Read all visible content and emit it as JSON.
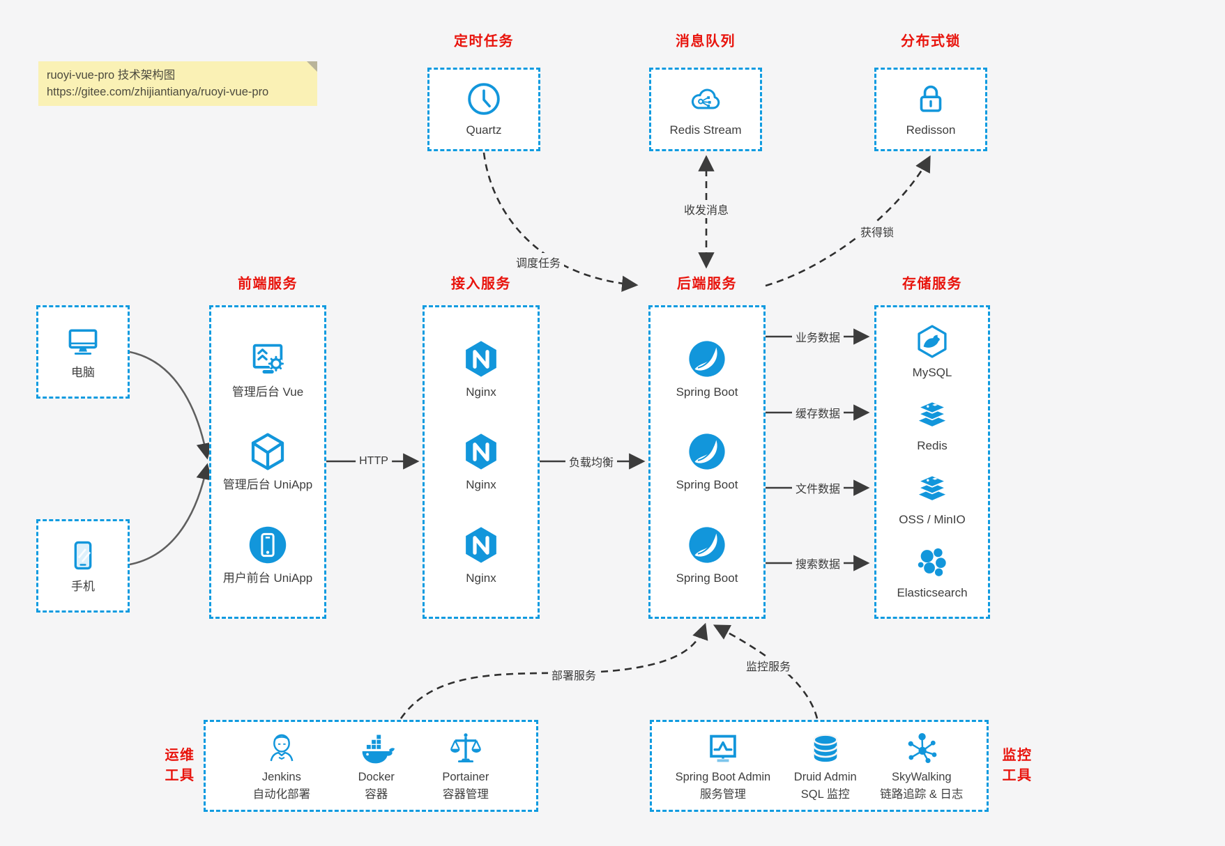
{
  "note": {
    "line1": "ruoyi-vue-pro 技术架构图",
    "line2": "https://gitee.com/zhijiantianya/ruoyi-vue-pro"
  },
  "colors": {
    "accent": "#1296db",
    "title_red": "#e8130c",
    "line_dark": "#3c3c3c",
    "note_bg": "#faf1b5"
  },
  "top_groups": [
    {
      "title": "定时任务",
      "item": {
        "label": "Quartz",
        "icon": "clock-icon"
      }
    },
    {
      "title": "消息队列",
      "item": {
        "label": "Redis Stream",
        "icon": "cloud-share-icon"
      }
    },
    {
      "title": "分布式锁",
      "item": {
        "label": "Redisson",
        "icon": "lock-icon"
      }
    }
  ],
  "clients": [
    {
      "label": "电脑",
      "icon": "desktop-icon"
    },
    {
      "label": "手机",
      "icon": "mobile-icon"
    }
  ],
  "columns": [
    {
      "title": "前端服务",
      "items": [
        {
          "label": "管理后台 Vue",
          "icon": "admin-dashboard-icon"
        },
        {
          "label": "管理后台 UniApp",
          "icon": "uniapp-cube-icon"
        },
        {
          "label": "用户前台 UniApp",
          "icon": "mobile-app-icon"
        }
      ]
    },
    {
      "title": "接入服务",
      "items": [
        {
          "label": "Nginx",
          "icon": "nginx-icon"
        },
        {
          "label": "Nginx",
          "icon": "nginx-icon"
        },
        {
          "label": "Nginx",
          "icon": "nginx-icon"
        }
      ]
    },
    {
      "title": "后端服务",
      "items": [
        {
          "label": "Spring Boot",
          "icon": "spring-boot-icon"
        },
        {
          "label": "Spring Boot",
          "icon": "spring-boot-icon"
        },
        {
          "label": "Spring Boot",
          "icon": "spring-boot-icon"
        }
      ]
    },
    {
      "title": "存储服务",
      "items": [
        {
          "label": "MySQL",
          "icon": "mysql-icon"
        },
        {
          "label": "Redis",
          "icon": "redis-icon"
        },
        {
          "label": "OSS / MinIO",
          "icon": "oss-minio-icon"
        },
        {
          "label": "Elasticsearch",
          "icon": "elasticsearch-icon"
        }
      ]
    }
  ],
  "bottom_groups": [
    {
      "title_line1": "运维",
      "title_line2": "工具",
      "items": [
        {
          "name": "Jenkins",
          "desc": "自动化部署",
          "icon": "jenkins-icon"
        },
        {
          "name": "Docker",
          "desc": "容器",
          "icon": "docker-icon"
        },
        {
          "name": "Portainer",
          "desc": "容器管理",
          "icon": "portainer-icon"
        }
      ]
    },
    {
      "title_line1": "监控",
      "title_line2": "工具",
      "items": [
        {
          "name": "Spring Boot Admin",
          "desc": "服务管理",
          "icon": "monitor-chart-icon"
        },
        {
          "name": "Druid Admin",
          "desc": "SQL 监控",
          "icon": "database-icon"
        },
        {
          "name": "SkyWalking",
          "desc": "链路追踪 & 日志",
          "icon": "topology-icon"
        }
      ]
    }
  ],
  "edges": {
    "http": "HTTP",
    "load_balance": "负载均衡",
    "schedule": "调度任务",
    "send_receive": "收发消息",
    "acquire_lock": "获得锁",
    "business_data": "业务数据",
    "cache_data": "缓存数据",
    "file_data": "文件数据",
    "search_data": "搜索数据",
    "deploy": "部署服务",
    "monitor": "监控服务"
  }
}
